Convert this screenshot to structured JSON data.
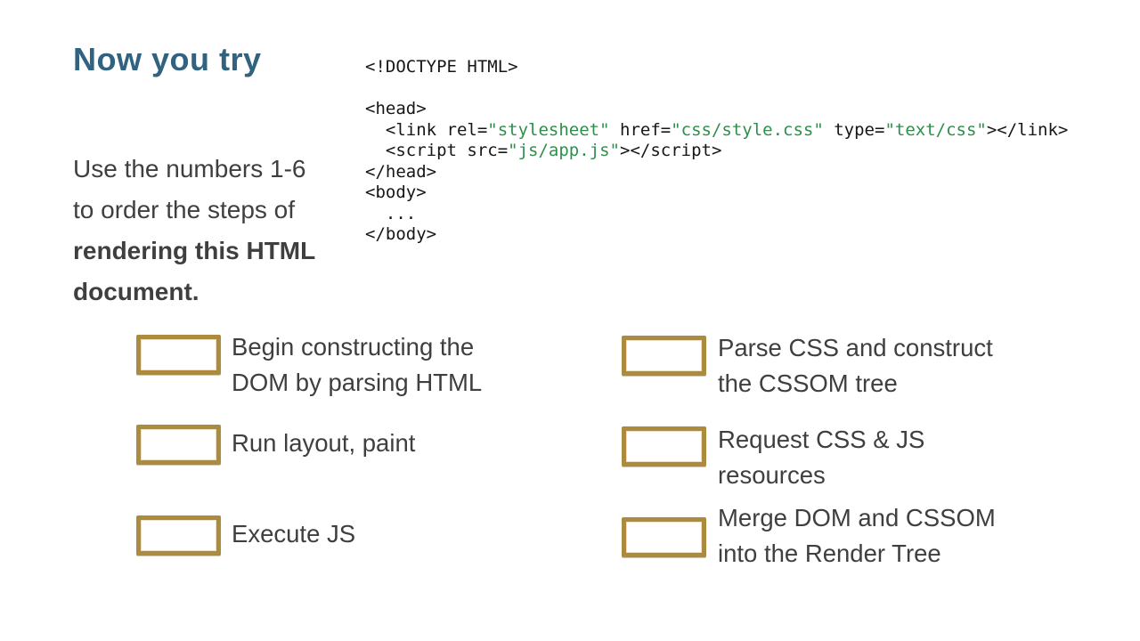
{
  "slide": {
    "title": "Now you try",
    "instruction": {
      "normal_lines": [
        "Use the numbers 1-6",
        "to order the steps of"
      ],
      "bold_lines": [
        "rendering this HTML",
        "document."
      ]
    },
    "code": {
      "lines": [
        [
          {
            "t": "<!DOCTYPE HTML>",
            "s": "plain"
          }
        ],
        [],
        [
          {
            "t": "<head>",
            "s": "plain"
          }
        ],
        [
          {
            "t": "  <link rel=",
            "s": "plain"
          },
          {
            "t": "\"stylesheet\"",
            "s": "string"
          },
          {
            "t": " href=",
            "s": "plain"
          },
          {
            "t": "\"css/style.css\"",
            "s": "string"
          },
          {
            "t": " type=",
            "s": "plain"
          },
          {
            "t": "\"text/css\"",
            "s": "string"
          },
          {
            "t": "></link>",
            "s": "plain"
          }
        ],
        [
          {
            "t": "  <script src=",
            "s": "plain"
          },
          {
            "t": "\"js/app.js\"",
            "s": "string"
          },
          {
            "t": "></script>",
            "s": "plain"
          }
        ],
        [
          {
            "t": "</head>",
            "s": "plain"
          }
        ],
        [
          {
            "t": "<body>",
            "s": "plain"
          }
        ],
        [
          {
            "t": "  ...",
            "s": "plain"
          }
        ],
        [
          {
            "t": "</body>",
            "s": "plain"
          }
        ]
      ]
    },
    "checklist": {
      "left": [
        {
          "lines": [
            "Begin constructing the",
            "DOM by parsing HTML"
          ]
        },
        {
          "lines": [
            "Run layout, paint"
          ]
        },
        {
          "lines": [
            "Execute JS"
          ]
        }
      ],
      "right": [
        {
          "lines": [
            "Parse CSS and construct",
            "the CSSOM tree"
          ]
        },
        {
          "lines": [
            "Request CSS & JS",
            "resources"
          ]
        },
        {
          "lines": [
            "Merge DOM and CSSOM",
            "into the Render Tree"
          ]
        }
      ]
    },
    "colors": {
      "title": "#31627f",
      "body_text": "#3f3f3f",
      "box_border": "#ad8b3e",
      "code_plain": "#161616",
      "code_string": "#2e8f4b"
    }
  }
}
